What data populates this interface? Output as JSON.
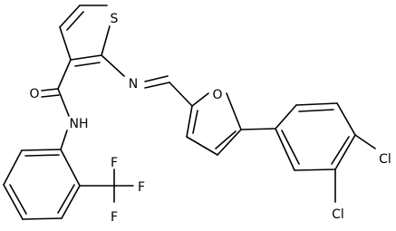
{
  "molecule": {
    "atom_labels": {
      "s_thiophene": "S",
      "n_imine": "N",
      "o_furan": "O",
      "o_carbonyl": "O",
      "nh_amide": "NH",
      "cl_para": "Cl",
      "cl_meta": "Cl",
      "f_1": "F",
      "f_2": "F",
      "f_3": "F"
    }
  }
}
